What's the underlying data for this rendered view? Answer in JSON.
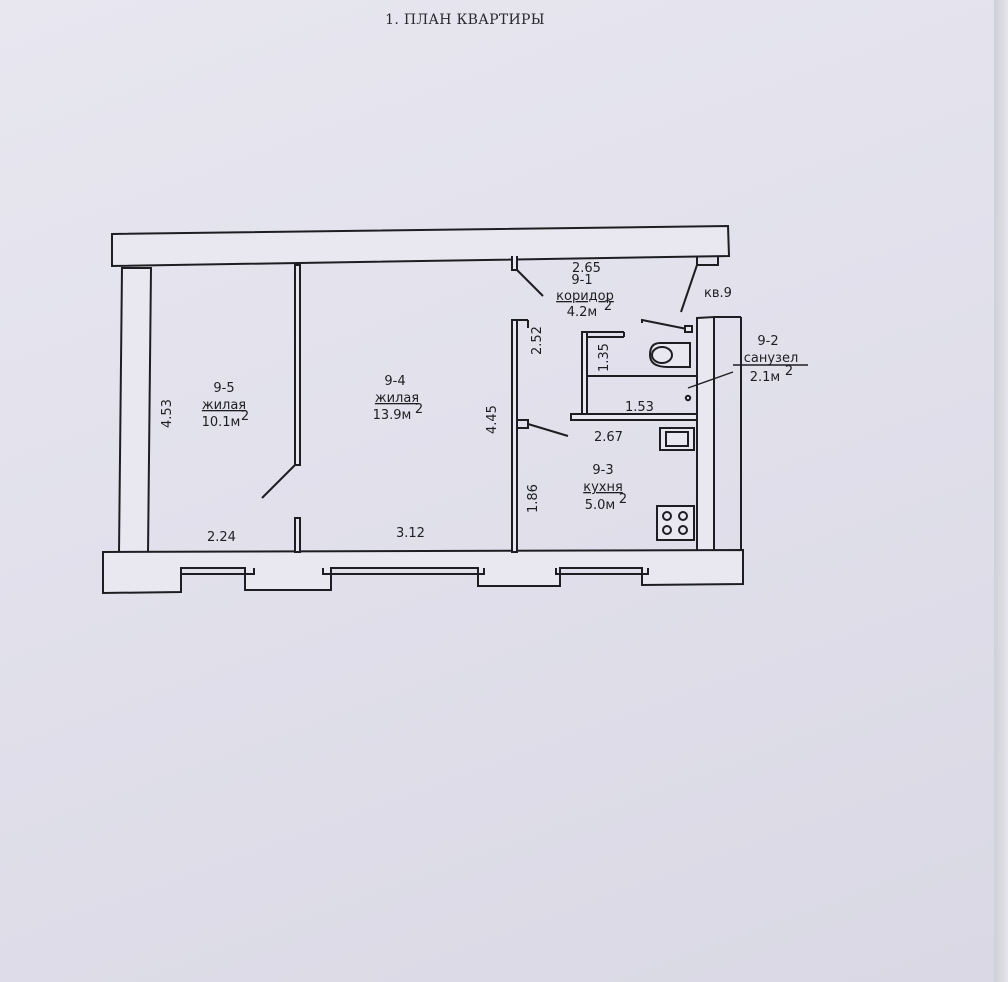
{
  "title": "1. ПЛАН КВАРТИРЫ",
  "apartment": "кв.9",
  "rooms": [
    {
      "id": "room-9-1",
      "number": "9-1",
      "name": "коридор",
      "area": "4.2м",
      "sup": "2"
    },
    {
      "id": "room-9-2",
      "number": "9-2",
      "name": "санузел",
      "area": "2.1м",
      "sup": "2"
    },
    {
      "id": "room-9-3",
      "number": "9-3",
      "name": "кухня",
      "area": "5.0м",
      "sup": "2"
    },
    {
      "id": "room-9-4",
      "number": "9-4",
      "name": "жилая",
      "area": "13.9м",
      "sup": "2"
    },
    {
      "id": "room-9-5",
      "number": "9-5",
      "name": "жилая",
      "area": "10.1м",
      "sup": "2"
    }
  ],
  "dimensions": {
    "corridor_width": "2.65",
    "kitchen_right_height": "2.52",
    "bath_height": "1.35",
    "bath_width": "1.53",
    "room5_height": "4.53",
    "room4_height": "4.45",
    "kitchen_width": "2.67",
    "kitchen_height": "1.86",
    "room5_width": "2.24",
    "room4_width": "3.12"
  },
  "colors": {
    "ink": "#1e1e22",
    "paper": "#e4e3ed",
    "wall": "#e9e8f1"
  }
}
